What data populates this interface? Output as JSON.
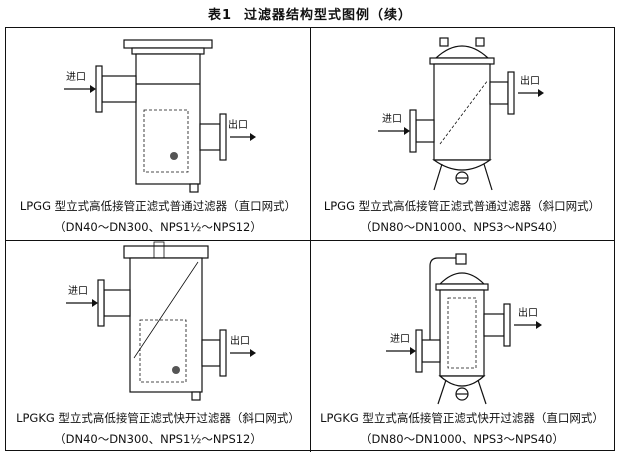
{
  "header": {
    "table_number": "表1",
    "table_title": "过滤器结构型式图例（续）"
  },
  "cells": [
    {
      "label_in": "进口",
      "label_out": "出口",
      "caption_line1": "LPGG 型立式高低接管正滤式普通过滤器（直口网式）",
      "caption_line2": "（DN40～DN300、NPS1½～NPS12）"
    },
    {
      "label_in": "进口",
      "label_out": "出口",
      "caption_line1": "LPGG 型立式高低接管正滤式普通过滤器（斜口网式）",
      "caption_line2": "（DN80～DN1000、NPS3～NPS40）"
    },
    {
      "label_in": "进口",
      "label_out": "出口",
      "caption_line1": "LPGKG 型立式高低接管正滤式快开过滤器（斜口网式）",
      "caption_line2": "（DN40～DN300、NPS1½～NPS12）"
    },
    {
      "label_in": "进口",
      "label_out": "出口",
      "caption_line1": "LPGKG 型立式高低接管正滤式快开过滤器（直口网式）",
      "caption_line2": "（DN80～DN1000、NPS3～NPS40）"
    }
  ]
}
